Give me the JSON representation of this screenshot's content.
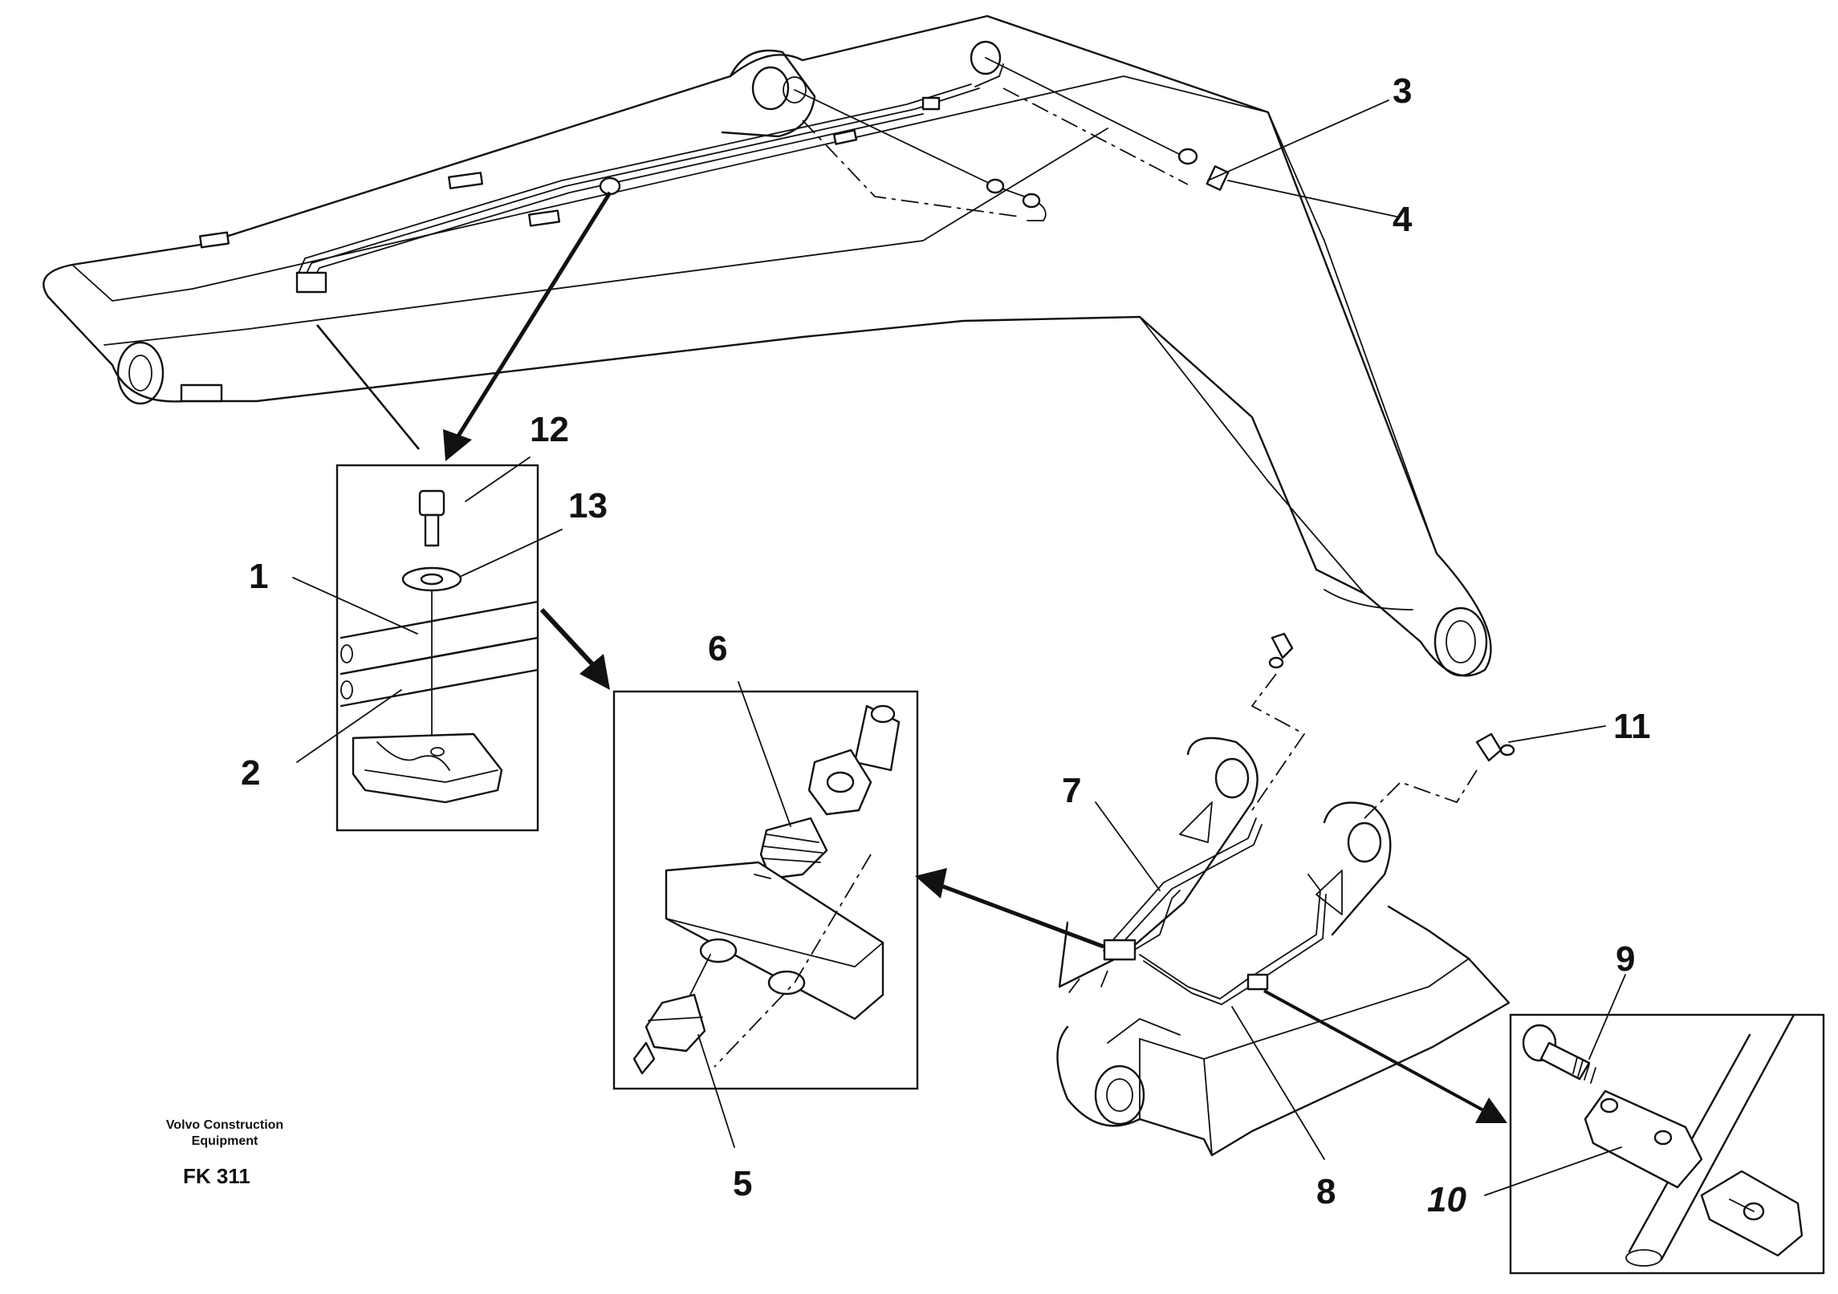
{
  "callouts": {
    "c1": "1",
    "c2": "2",
    "c3": "3",
    "c4": "4",
    "c5": "5",
    "c6": "6",
    "c7": "7",
    "c8": "8",
    "c9": "9",
    "c10": "10",
    "c11": "11",
    "c12": "12",
    "c13": "13"
  },
  "footer": {
    "brand_line1": "Volvo Construction",
    "brand_line2": "Equipment",
    "figure_code": "FK 311"
  }
}
